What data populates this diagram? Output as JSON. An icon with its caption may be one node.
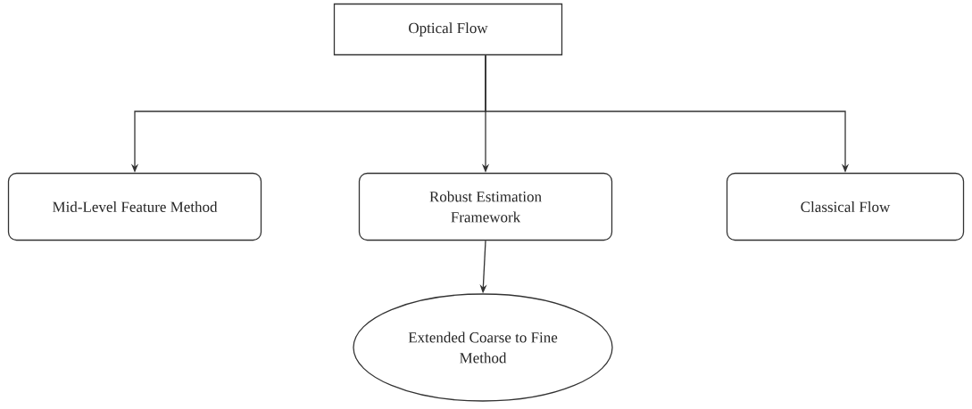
{
  "diagram": {
    "nodes": [
      {
        "text": [
          "Optical Flow"
        ]
      },
      {
        "text": [
          "Mid-Level Feature Method"
        ]
      },
      {
        "text": [
          "Robust Estimation Framework"
        ]
      },
      {
        "text": [
          "Classical Flow"
        ]
      },
      {
        "text": [
          "Extended Coarse to Fine Method"
        ]
      }
    ],
    "edges": [
      {
        "from": 0,
        "to": 1,
        "arrow": "to"
      },
      {
        "from": 0,
        "to": 2,
        "arrow": "to"
      },
      {
        "from": 0,
        "to": 3,
        "arrow": "to"
      },
      {
        "from": 2,
        "to": 4,
        "arrow": "to"
      }
    ]
  }
}
